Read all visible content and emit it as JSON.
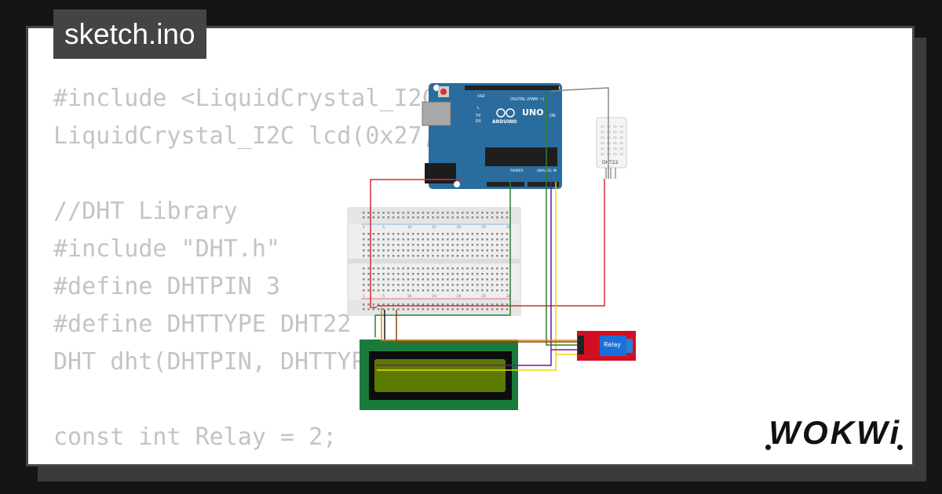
{
  "tab": {
    "filename": "sketch.ino"
  },
  "code_lines": [
    "#include <LiquidCrystal_I2C.h>",
    "LiquidCrystal_I2C lcd(0x27,16,2);",
    "",
    "//DHT Library",
    "#include \"DHT.h\"",
    "#define DHTPIN 3",
    "#define DHTTYPE DHT22",
    "DHT dht(DHTPIN, DHTTYPE);",
    "",
    "const int Relay = 2;"
  ],
  "arduino": {
    "model": "UNO",
    "brand": "ARDUINO",
    "digital_label": "DIGITAL (PWM ~)",
    "power_label": "POWER",
    "analog_label": "ANALOG IN",
    "on_label": "ON",
    "aref_label": "AREF",
    "l_label": "L",
    "tx_label": "TX",
    "rx_label": "RX"
  },
  "dht": {
    "label": "DHT22"
  },
  "relay": {
    "label": "Relay"
  },
  "breadboard": {
    "numbers": [
      "1",
      "5",
      "10",
      "15",
      "20",
      "25",
      "30"
    ]
  },
  "brand": {
    "logo": "WOKWi"
  },
  "colors": {
    "wire_red": "#d32f2f",
    "wire_green": "#2e7d32",
    "wire_yellow": "#f2d600",
    "wire_purple": "#6a1b9a",
    "wire_gray": "#888888",
    "wire_orange": "#d98b1e",
    "board_blue": "#2b6c9e",
    "lcd_green": "#1a7a3b",
    "relay_red": "#d01020"
  }
}
